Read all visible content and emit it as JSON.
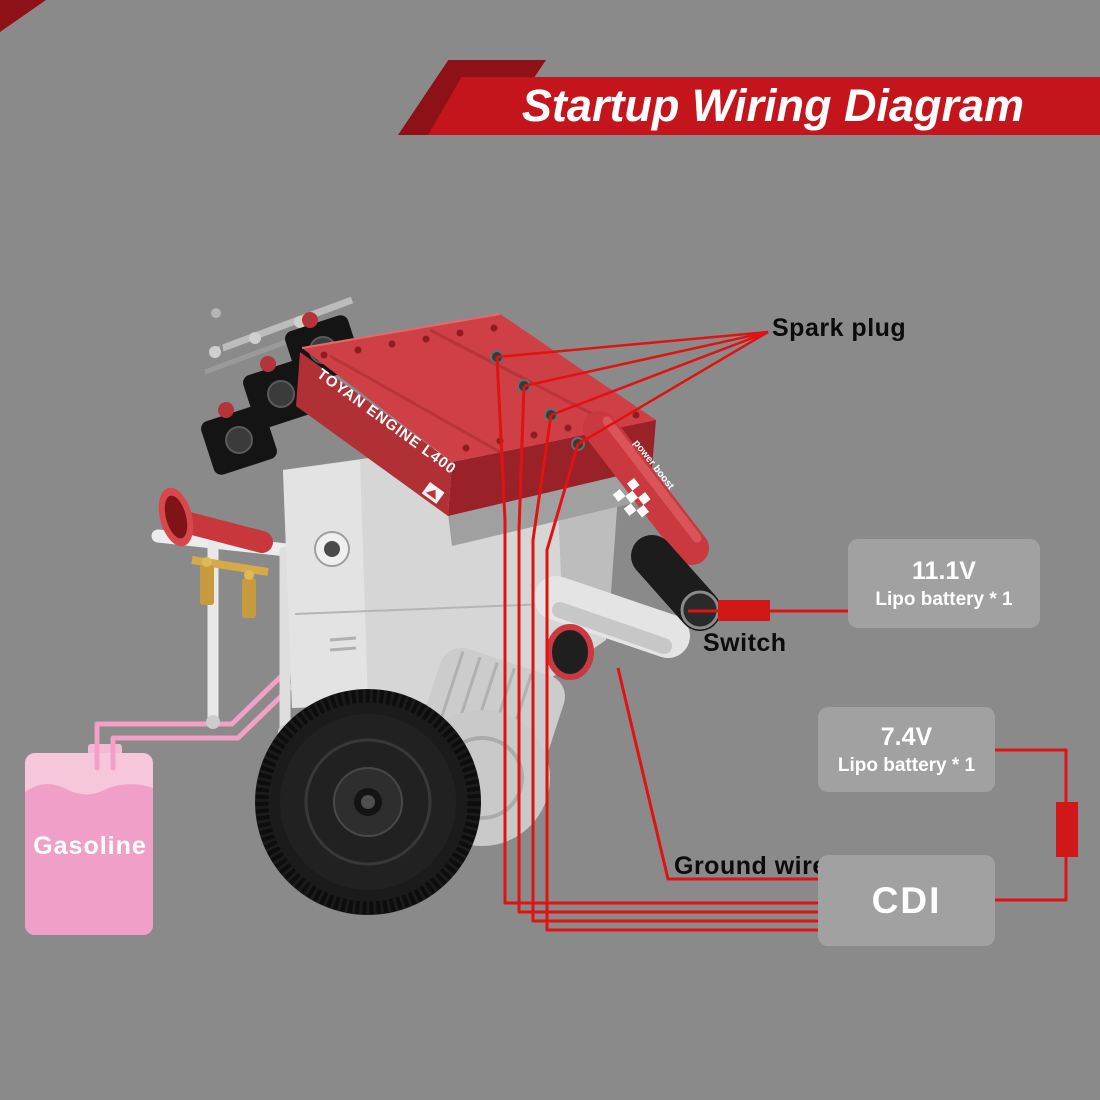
{
  "header": {
    "title": "Startup Wiring Diagram"
  },
  "callouts": {
    "spark_plug": "Spark plug",
    "switch": "Switch",
    "ground_wire": "Ground wire",
    "gasoline": "Gasoline"
  },
  "components": {
    "battery_111": {
      "voltage": "11.1V",
      "label": "Lipo battery * 1"
    },
    "battery_74": {
      "voltage": "7.4V",
      "label": "Lipo battery * 1"
    },
    "cdi": {
      "label": "CDI"
    }
  },
  "engine": {
    "decal_text": "TOYAN ENGINE L400",
    "pipe_text": "power boost"
  },
  "colors": {
    "background": "#8a8a8a",
    "banner_red": "#c4151c",
    "banner_dark_red": "#8e1118",
    "wire_red": "#e01212",
    "connector_red": "#d01818",
    "box_gray": "#a1a1a1",
    "fuel_line_pink": "#f2a0c6",
    "tank_pink": "#f4b9d4",
    "engine_red": "#cf4046"
  }
}
